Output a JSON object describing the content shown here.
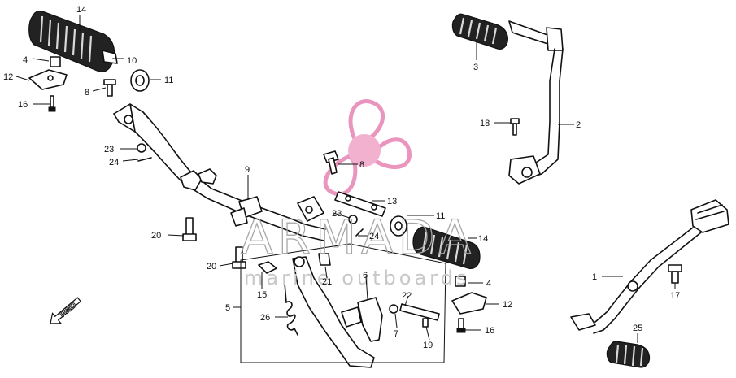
{
  "watermark": {
    "brand": "ARMADA",
    "tagline": "marine outboards",
    "logo_color": "#e88ab8",
    "text_color": "#a0a0a0"
  },
  "direction_marker": "FWD",
  "callouts": {
    "c1": "1",
    "c2": "2",
    "c3": "3",
    "c4a": "4",
    "c4b": "4",
    "c5": "5",
    "c6": "6",
    "c7": "7",
    "c8a": "8",
    "c8b": "8",
    "c9": "9",
    "c10": "10",
    "c11a": "11",
    "c11b": "11",
    "c12a": "12",
    "c12b": "12",
    "c13": "13",
    "c14a": "14",
    "c14b": "14",
    "c15": "15",
    "c16a": "16",
    "c16b": "16",
    "c17": "17",
    "c18": "18",
    "c19": "19",
    "c20a": "20",
    "c20b": "20",
    "c21": "21",
    "c22": "22",
    "c23a": "23",
    "c23b": "23",
    "c24a": "24",
    "c24b": "24",
    "c25": "25",
    "c26": "26"
  }
}
